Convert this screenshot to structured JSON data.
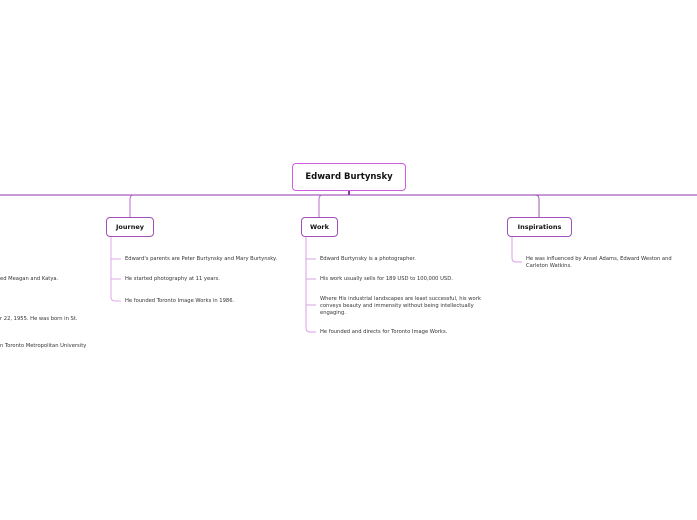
{
  "root": {
    "title": "Edward Burtynsky"
  },
  "branches": [
    {
      "title": "Journey",
      "items": [
        "Edward's parents are Peter Burtynsky and Mary Burtynsky.",
        "He started photography at 11 years.",
        "He founded Toronto Image Works in 1986."
      ]
    },
    {
      "title": "Work",
      "items": [
        "Edward Burtynsky is a photographer.",
        "His work usually sells for 189 USD to 100,000 USD.",
        "Where His industrial landscapes are least successful, his work conveys beauty and immensity without being intellectually engaging.",
        "He founded and directs for Toronto Image Works."
      ]
    },
    {
      "title": "Inspirations",
      "items": [
        "He was influenced by Ansel Adams, Edward Weston and Carleton Watkins."
      ]
    }
  ],
  "clipped_left": [
    "ed Meagan and Katya.",
    "r 22, 1955. He was born in St.",
    "n Toronto Metropolitan University"
  ],
  "colors": {
    "root_border": "#d05ee0",
    "branch_line": "#a050b8",
    "leaf_line": "#e0a8ec"
  }
}
